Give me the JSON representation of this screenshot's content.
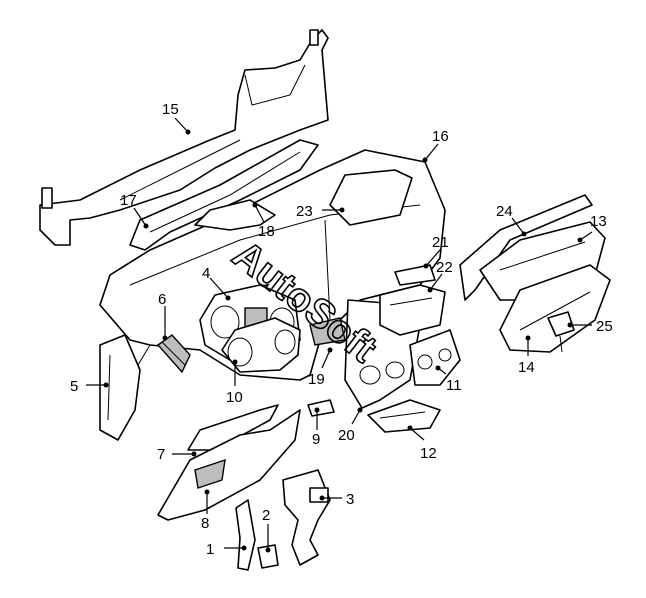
{
  "watermark": "AutoSoft",
  "callouts": [
    "1",
    "2",
    "3",
    "4",
    "5",
    "6",
    "7",
    "8",
    "9",
    "10",
    "11",
    "12",
    "13",
    "14",
    "15",
    "16",
    "17",
    "18",
    "19",
    "20",
    "21",
    "22",
    "23",
    "24",
    "25"
  ],
  "colors": {
    "line": "#000000",
    "shade": "#bdbdbd",
    "background": "#ffffff"
  }
}
